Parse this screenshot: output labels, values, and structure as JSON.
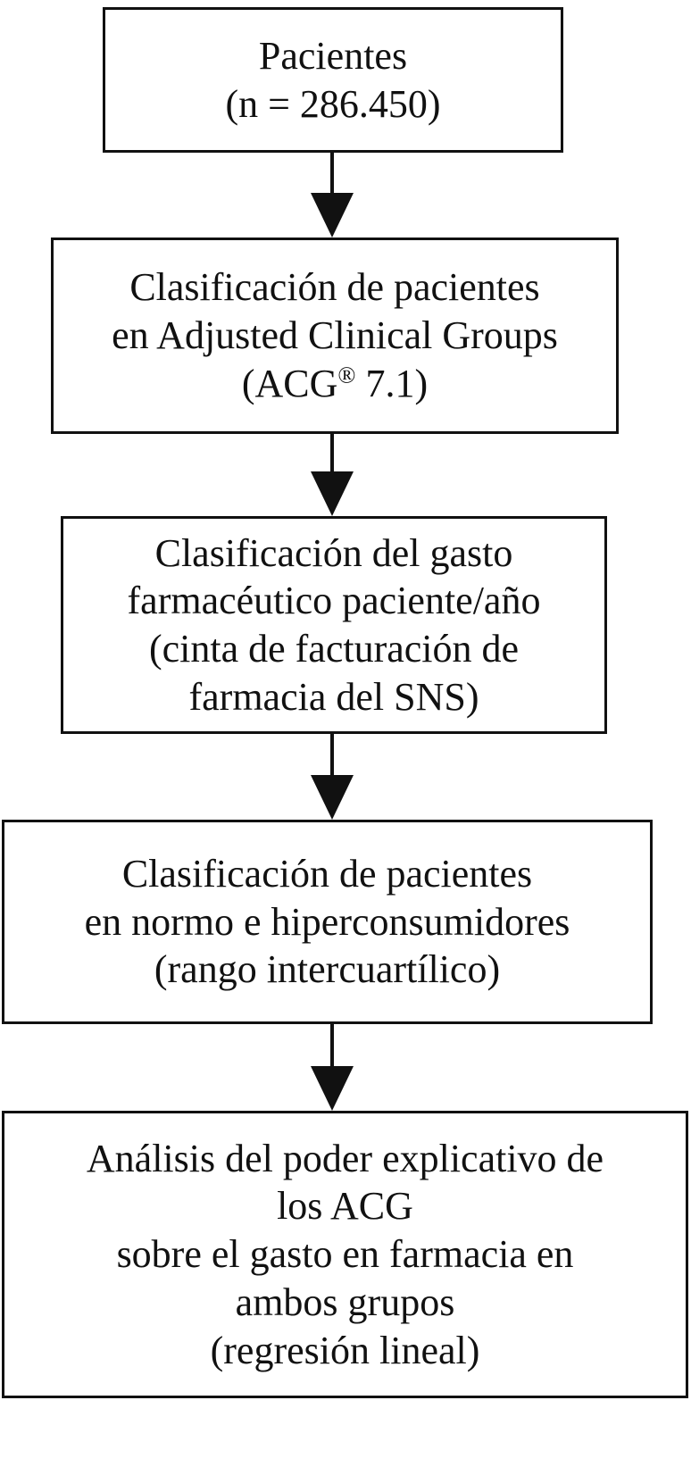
{
  "colors": {
    "background": "#ffffff",
    "line": "#111111",
    "text": "#111111"
  },
  "flowchart": {
    "boxes": [
      {
        "lines": [
          "Pacientes",
          "(n = 286.450)"
        ]
      },
      {
        "lines": [
          "Clasificación de pacientes",
          "en Adjusted Clinical Groups",
          {
            "prefix": "(ACG",
            "sup": "®",
            "suffix": " 7.1)"
          }
        ]
      },
      {
        "lines": [
          "Clasificación del gasto",
          "farmacéutico paciente/año",
          "(cinta de facturación de",
          "farmacia del SNS)"
        ]
      },
      {
        "lines": [
          "Clasificación de pacientes",
          "en normo e hiperconsumidores",
          "(rango intercuartílico)"
        ]
      },
      {
        "lines": [
          "Análisis del poder explicativo de",
          "los ACG",
          "sobre el gasto en farmacia en",
          "ambos grupos",
          "(regresión lineal)"
        ]
      }
    ]
  }
}
